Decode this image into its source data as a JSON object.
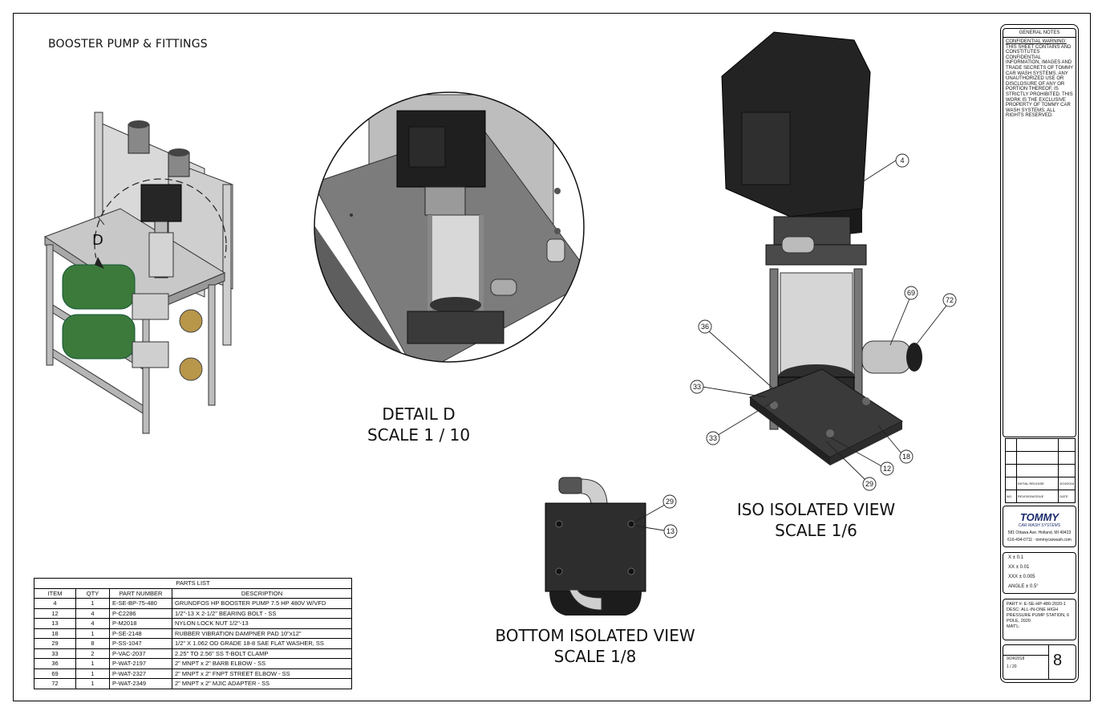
{
  "page_title": "BOOSTER PUMP & FITTINGS",
  "views": {
    "detail": {
      "line1": "DETAIL  D",
      "line2": "SCALE 1 / 10"
    },
    "iso": {
      "line1": "ISO ISOLATED VIEW",
      "line2": "SCALE 1/6"
    },
    "bottom": {
      "line1": "BOTTOM ISOLATED VIEW",
      "line2": "SCALE 1/8"
    },
    "detail_marker": "D"
  },
  "iso_balloons": [
    "4",
    "69",
    "72",
    "36",
    "33",
    "33",
    "18",
    "12",
    "29"
  ],
  "bottom_balloons": [
    "29",
    "13"
  ],
  "parts_list": {
    "caption": "PARTS LIST",
    "headers": [
      "ITEM",
      "QTY",
      "PART NUMBER",
      "DESCRIPTION"
    ],
    "rows": [
      [
        "4",
        "1",
        "E-SE-BP-75-480",
        "GRUNDFOS HP BOOSTER PUMP 7.5 HP 480V W/VFD"
      ],
      [
        "12",
        "4",
        "P-C2286",
        "1/2\"-13 X 2-1/2\" BEARING BOLT - SS"
      ],
      [
        "13",
        "4",
        "P-M2018",
        "NYLON LOCK NUT 1/2\"-13"
      ],
      [
        "18",
        "1",
        "P-SE-2148",
        "RUBBER VIBRATION DAMPNER PAD 10\"x12\""
      ],
      [
        "29",
        "8",
        "P-SS-1047",
        "1/2\" X 1.062 OD GRADE 18-8 SAE FLAT WASHER, SS"
      ],
      [
        "33",
        "2",
        "P-VAC-2037",
        "2.25\" TO 2.56\" SS T-BOLT CLAMP"
      ],
      [
        "36",
        "1",
        "P-WAT-2197",
        "2\" MNPT x 2\" BARB ELBOW - SS"
      ],
      [
        "69",
        "1",
        "P-WAT-2327",
        "2\" MNPT x 2\" FNPT STREET ELBOW - SS"
      ],
      [
        "72",
        "1",
        "P-WAT-2349",
        "2\" MNPT x 2\" MJIC ADAPTER - SS"
      ]
    ]
  },
  "title_block": {
    "general_notes_title": "GENERAL NOTES",
    "notes_heading": "CONFIDENTIAL WARNING:",
    "notes_body": "THIS SHEET CONTAINS AND CONSTITUTES CONFIDENTIAL INFORMATION, IMAGES AND TRADE SECRETS OF TOMMY CAR WASH SYSTEMS. ANY UNAUTHORIZED USE OR DISCLOSURE OF ANY OR PORTION THEREOF, IS STRICTLY PROHIBITED. THIS WORK IS THE EXCLUSIVE PROPERTY OF TOMMY CAR WASH SYSTEMS. ALL RIGHTS RESERVED.",
    "rev_initial": "INITIAL RELEASE",
    "rev_date_value": "9/24/2018",
    "rev_no_label": "NO.",
    "rev_issue_label": "REVISION/ISSUE",
    "rev_date_label": "DATE",
    "brand": "TOMMY",
    "brand_sub": "CAR WASH SYSTEMS",
    "address": "581 Ottawa Ave. Holland, MI 49423",
    "contact": "616-494-0711 · tommycarwash.com",
    "tolerances": [
      "X ± 0.1",
      "XX ± 0.01",
      "XXX ± 0.005",
      "ANGLE ± 0.5°"
    ],
    "part_number": "PART #: E-SE-HP-480-2020-1",
    "desc_label": "DESC:",
    "desc": "ALL-IN-ONE HIGH PRESSURE PUMP STATION, 6 POLE, 2020",
    "matl": "MAT'L:",
    "date": "9/24/2018",
    "scale": "1 / 20",
    "sheet": "8"
  }
}
